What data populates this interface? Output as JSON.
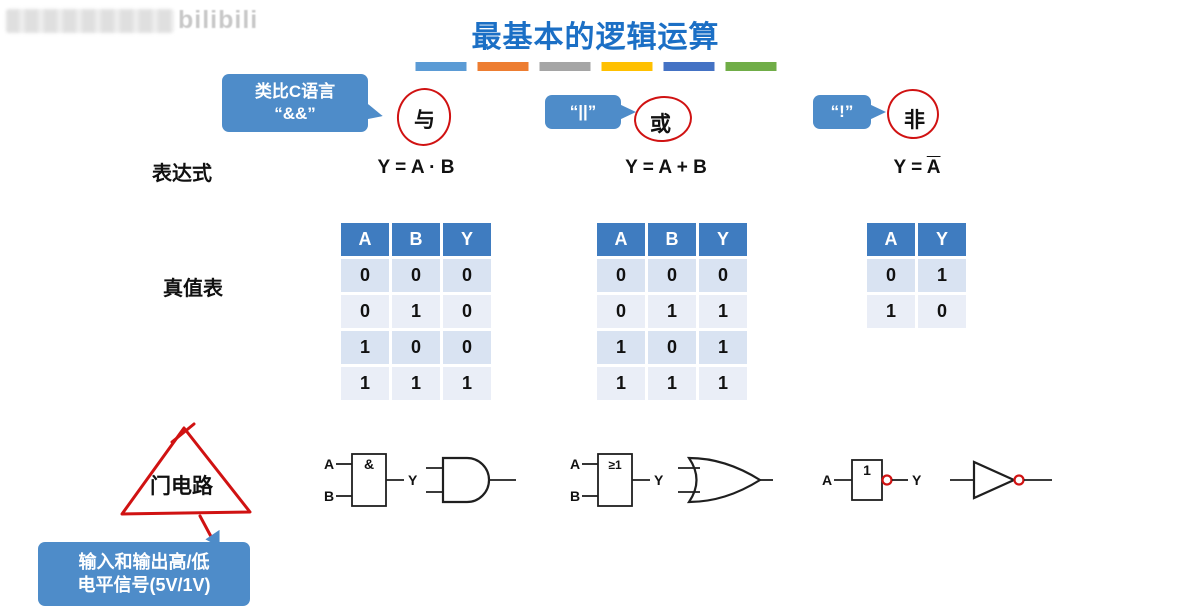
{
  "watermark": {
    "text": "bilibili"
  },
  "title": "最基本的逻辑运算",
  "divider": {
    "colors": [
      "#5b9bd5",
      "#ed7d31",
      "#a5a5a5",
      "#ffc000",
      "#4472c4",
      "#70ad47"
    ]
  },
  "callouts": {
    "and": {
      "line1": "类比C语言",
      "line2": "“&&”"
    },
    "or": {
      "label": "“||”"
    },
    "not": {
      "label": "“!”"
    },
    "bottom": {
      "line1": "输入和输出高/低",
      "line2": "电平信号(5V/1V)"
    }
  },
  "row_labels": {
    "expression": "表达式",
    "truth_table": "真值表",
    "gate": "门电路"
  },
  "operations": {
    "and": {
      "name": "与",
      "expression": "Y = A · B"
    },
    "or": {
      "name": "或",
      "expression": "Y = A + B"
    },
    "not": {
      "name": "非",
      "expression_prefix": "Y = ",
      "expression_var": "A"
    }
  },
  "truth_tables": {
    "and": {
      "headers": [
        "A",
        "B",
        "Y"
      ],
      "rows": [
        [
          "0",
          "0",
          "0"
        ],
        [
          "0",
          "1",
          "0"
        ],
        [
          "1",
          "0",
          "0"
        ],
        [
          "1",
          "1",
          "1"
        ]
      ]
    },
    "or": {
      "headers": [
        "A",
        "B",
        "Y"
      ],
      "rows": [
        [
          "0",
          "0",
          "0"
        ],
        [
          "0",
          "1",
          "1"
        ],
        [
          "1",
          "0",
          "1"
        ],
        [
          "1",
          "1",
          "1"
        ]
      ]
    },
    "not": {
      "headers": [
        "A",
        "Y"
      ],
      "rows": [
        [
          "0",
          "1"
        ],
        [
          "1",
          "0"
        ]
      ]
    }
  },
  "gates": {
    "iec_and": "&",
    "iec_or": "≥1",
    "iec_not": "1",
    "a": "A",
    "b": "B",
    "y": "Y"
  }
}
